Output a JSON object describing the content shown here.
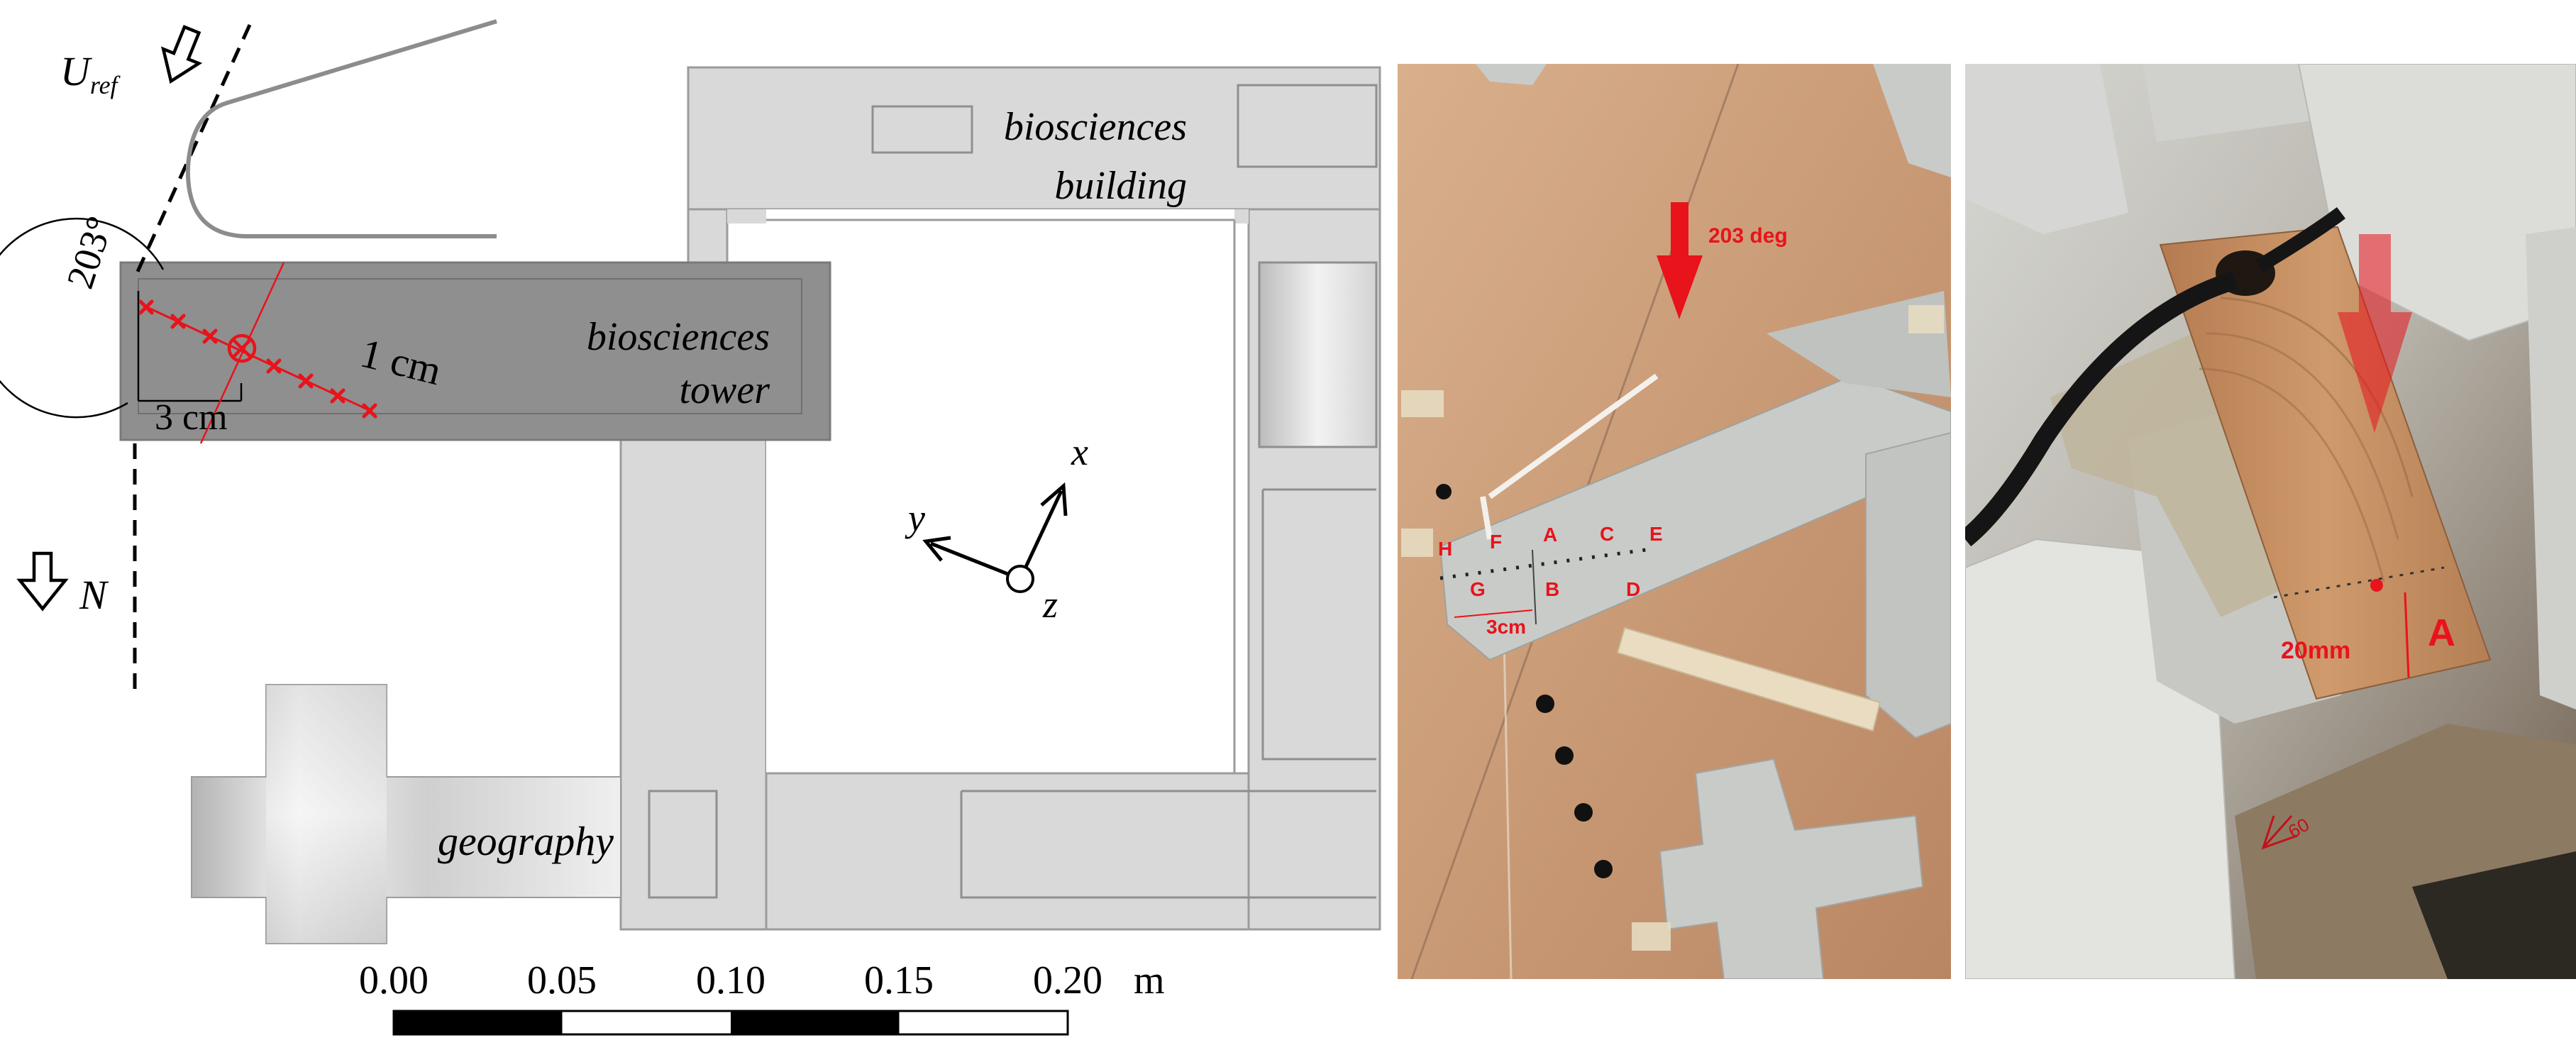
{
  "colors": {
    "background": "#ffffff",
    "building_light": "#d9d9d9",
    "building_dark": "#8f8f8f",
    "outline": "#7a7a7a",
    "marker_red": "#e8131b",
    "board_wood": "#c79a76",
    "foam": "#c9cbc8",
    "timber": "#c08a5e"
  },
  "diagram": {
    "wind_label": "U",
    "wind_label_sub": "ref",
    "angle_label": "203°",
    "north_label": "N",
    "dimension_3cm": "3 cm",
    "dimension_1cm": "1 cm",
    "buildings": {
      "tower_line1": "biosciences",
      "tower_line2": "tower",
      "building_line1": "biosciences",
      "building_line2": "building",
      "geography": "geography"
    },
    "axes": {
      "x": "x",
      "y": "y",
      "z": "z"
    },
    "scale_bar": {
      "ticks": [
        "0.00",
        "0.05",
        "0.10",
        "0.15",
        "0.20"
      ],
      "unit": "m"
    }
  },
  "photo1": {
    "arrow_label": "203 deg",
    "points_top": [
      "H",
      "F",
      "A",
      "C",
      "E"
    ],
    "points_bottom": [
      "G",
      "B",
      "D"
    ],
    "dimension": "3cm"
  },
  "photo2": {
    "dimension": "20mm",
    "point_label": "A",
    "corner_mark": "60"
  }
}
